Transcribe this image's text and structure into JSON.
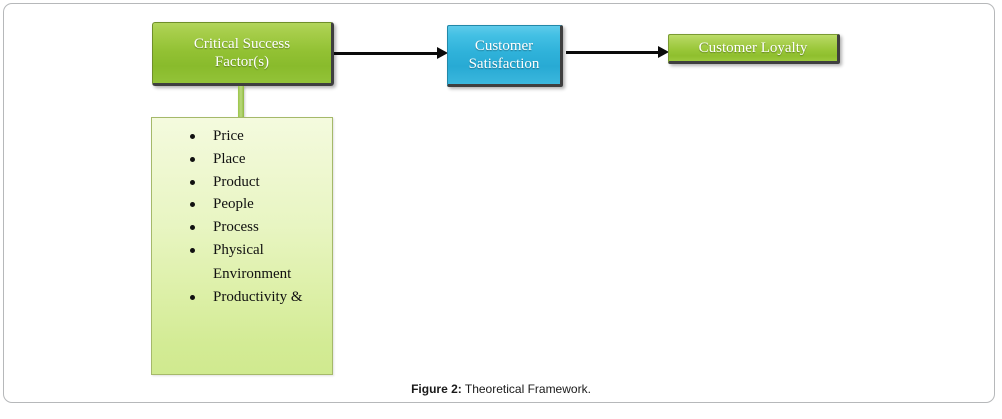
{
  "figure": {
    "caption_label": "Figure 2:",
    "caption_text": " Theoretical Framework."
  },
  "diagram": {
    "type": "flow-diagram",
    "nodes": [
      {
        "id": "csf",
        "label": "Critical Success Factor(s)",
        "line1": "Critical Success",
        "line2": "Factor(s)",
        "color": "#92c133",
        "text_color": "#ffffff"
      },
      {
        "id": "satisfaction",
        "label": "Customer Satisfaction",
        "line1": "Customer",
        "line2": "Satisfaction",
        "color": "#2fb2da",
        "text_color": "#ffffff"
      },
      {
        "id": "loyalty",
        "label": "Customer Loyalty",
        "line1": "Customer Loyalty",
        "color": "#9ac739",
        "text_color": "#ffffff"
      }
    ],
    "edges": [
      {
        "from": "csf",
        "to": "satisfaction",
        "style": "solid-arrow",
        "color": "#0a0a0a"
      },
      {
        "from": "satisfaction",
        "to": "loyalty",
        "style": "solid-arrow",
        "color": "#0a0a0a"
      },
      {
        "from": "csf",
        "to": "factor-list",
        "style": "green-connector",
        "color": "#9cc44a"
      }
    ]
  },
  "factor_list": {
    "panel_color": "#e8f5c2",
    "border_color": "#a5b96a",
    "items": [
      {
        "text": "Price"
      },
      {
        "text": "Place"
      },
      {
        "text": "Product"
      },
      {
        "text": "People"
      },
      {
        "text": "Process"
      },
      {
        "text": "Physical",
        "line2": "Environment"
      },
      {
        "text": "Productivity  &"
      }
    ]
  }
}
